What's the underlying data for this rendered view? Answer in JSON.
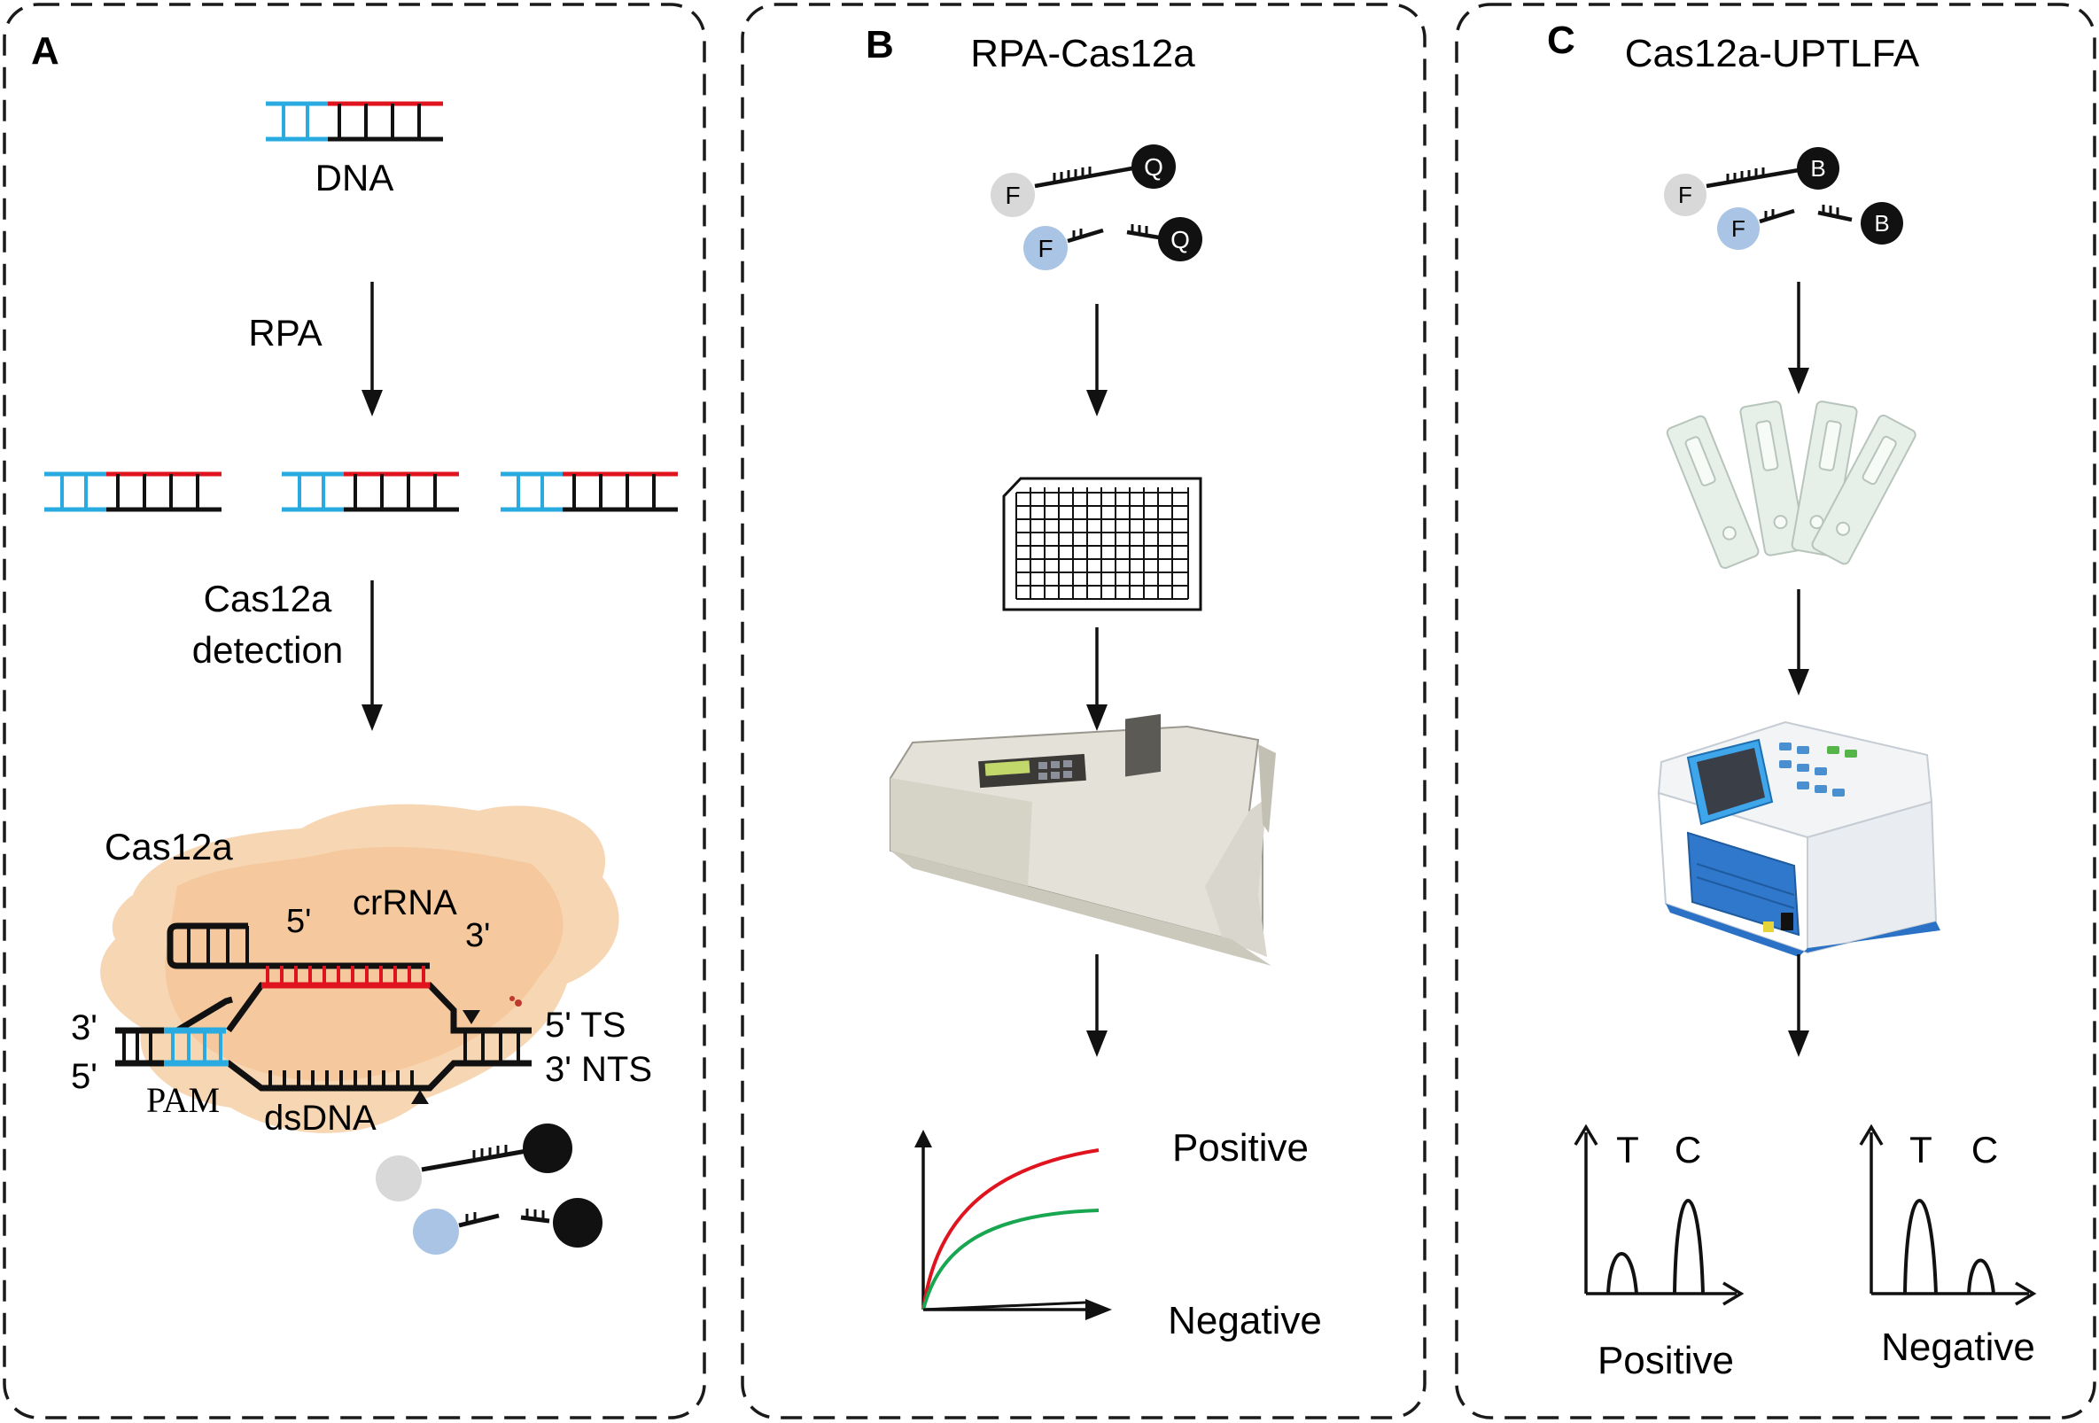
{
  "panels": {
    "a": {
      "letter": "A",
      "dna_label": "DNA",
      "step1_label": "RPA",
      "step2_line1": "Cas12a",
      "step2_line2": "detection",
      "protein_label": "Cas12a",
      "crrna_label": "crRNA",
      "crrna_5": "5'",
      "crrna_3": "3'",
      "left_3": "3'",
      "left_5": "5'",
      "right_ts": "5' TS",
      "right_nts": "3' NTS",
      "pam_label": "PAM",
      "dsdna_label": "dsDNA"
    },
    "b": {
      "letter": "B",
      "title": "RPA-Cas12a",
      "reporter_f": "F",
      "reporter_q": "Q",
      "positive_label": "Positive",
      "negative_label": "Negative"
    },
    "c": {
      "letter": "C",
      "title": "Cas12a-UPTLFA",
      "reporter_f": "F",
      "reporter_b": "B",
      "peak_t": "T",
      "peak_c": "C",
      "positive_label": "Positive",
      "negative_label": "Negative"
    }
  },
  "colors": {
    "cyan": "#29abe2",
    "red": "#e0141e",
    "green": "#19a651",
    "fluor_gray": "#d8d8d8",
    "fluor_blue": "#a9c4e4",
    "protein": "#f6cfa6"
  }
}
